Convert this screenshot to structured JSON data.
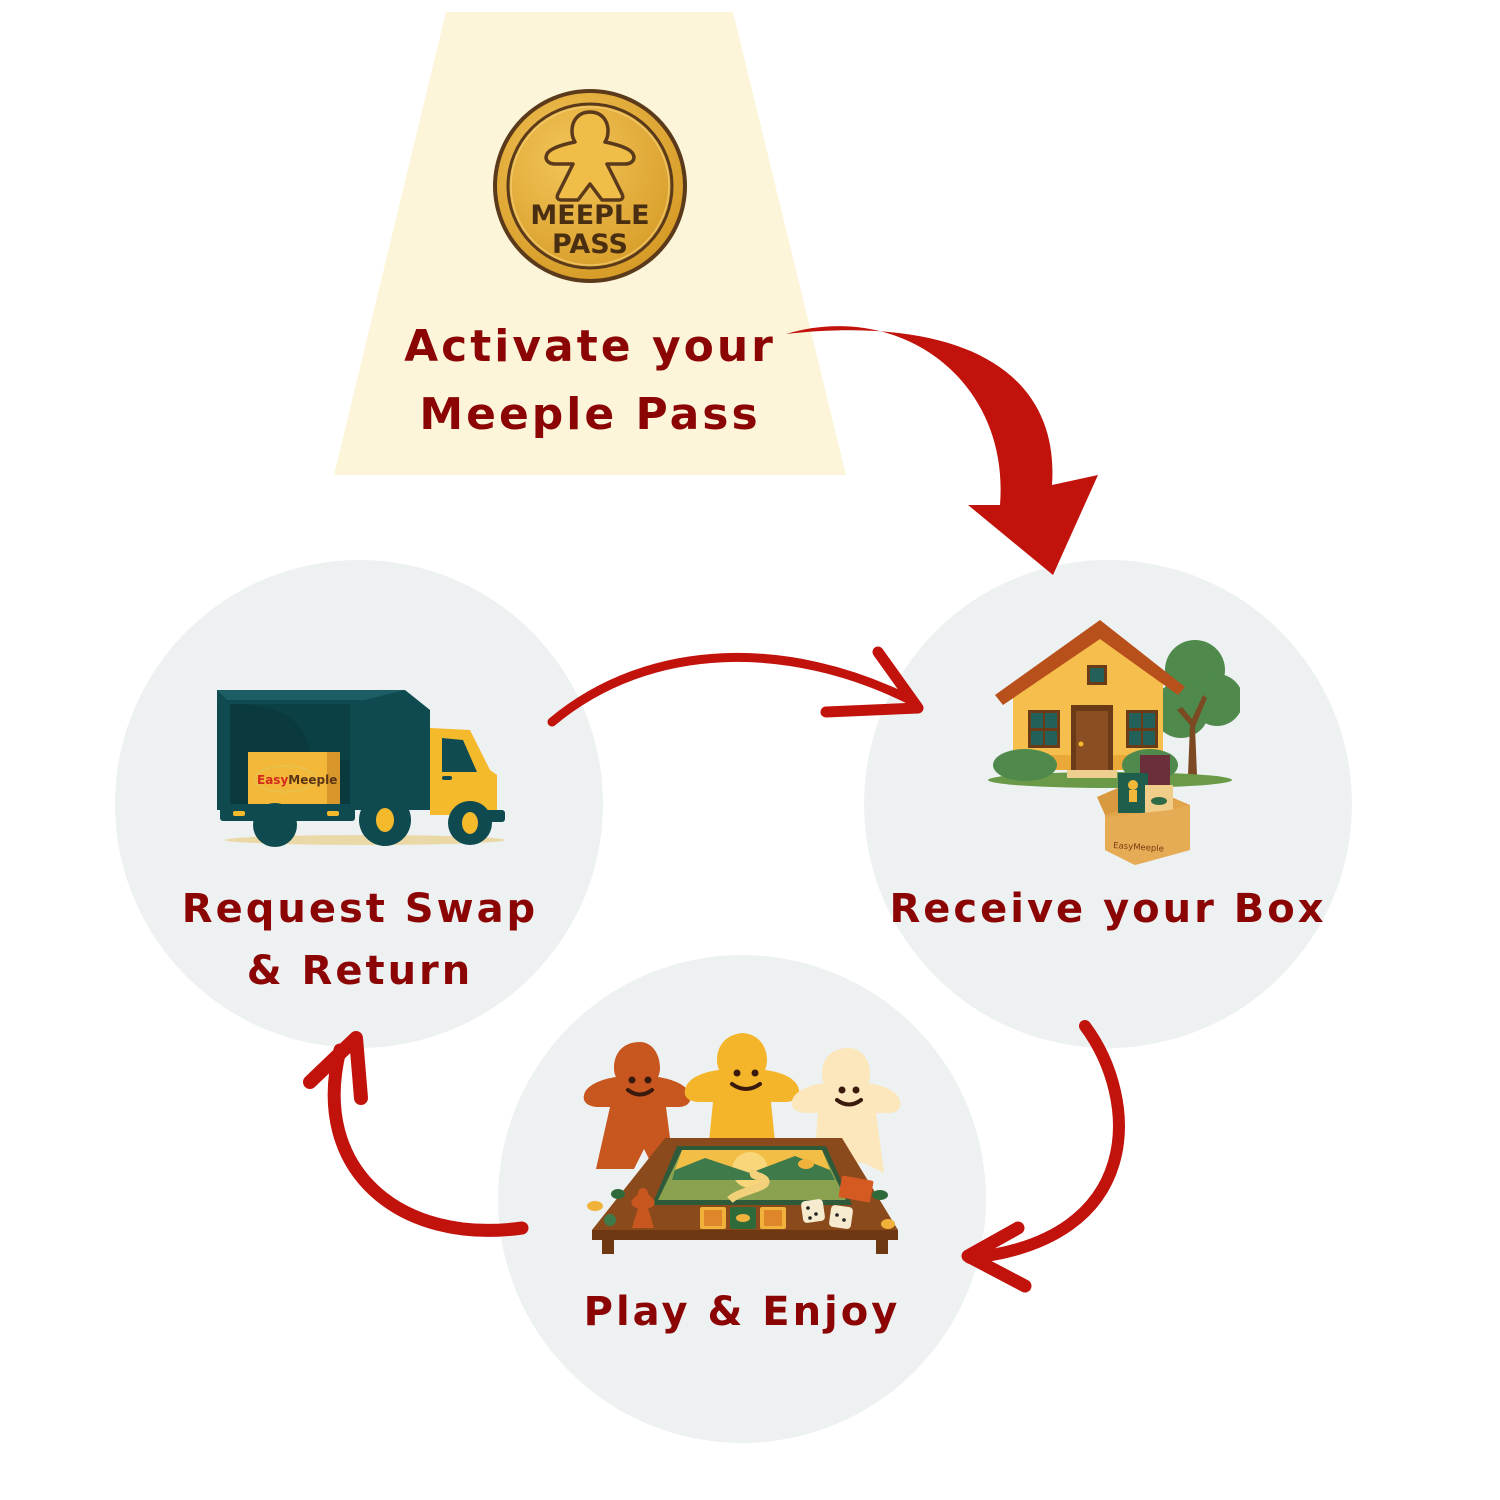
{
  "diagram": {
    "type": "cycle-flow",
    "colors": {
      "background": "#ffffff",
      "step_circle": "#edf1f1",
      "start_panel": "#fdf5da",
      "label_text": "#8b0505",
      "arrow": "#c2120c",
      "coin_gold": "#e2a82e",
      "coin_outline": "#5a3a1a"
    },
    "start": {
      "id": "activate",
      "icon": "meeple-pass-coin-icon",
      "coin_text": [
        "MEEPLE",
        "PASS"
      ],
      "label_lines": [
        "Activate your",
        "Meeple Pass"
      ]
    },
    "steps": [
      {
        "id": "receive",
        "icon": "house-with-game-box-icon",
        "box_brand": "EasyMeeple",
        "label_lines": [
          "Receive your Box"
        ]
      },
      {
        "id": "play",
        "icon": "meeples-playing-board-game-icon",
        "label_lines": [
          "Play & Enjoy"
        ]
      },
      {
        "id": "swap",
        "icon": "delivery-truck-icon",
        "box_brand_parts": [
          "Easy",
          "Meeple"
        ],
        "label_lines": [
          "Request Swap",
          "& Return"
        ]
      }
    ],
    "arrows": [
      {
        "from": "activate",
        "to": "receive",
        "style": "bold-curved"
      },
      {
        "from": "receive",
        "to": "play",
        "style": "brush-curved"
      },
      {
        "from": "play",
        "to": "swap",
        "style": "brush-curved"
      },
      {
        "from": "swap",
        "to": "receive",
        "style": "brush-curved"
      }
    ]
  }
}
